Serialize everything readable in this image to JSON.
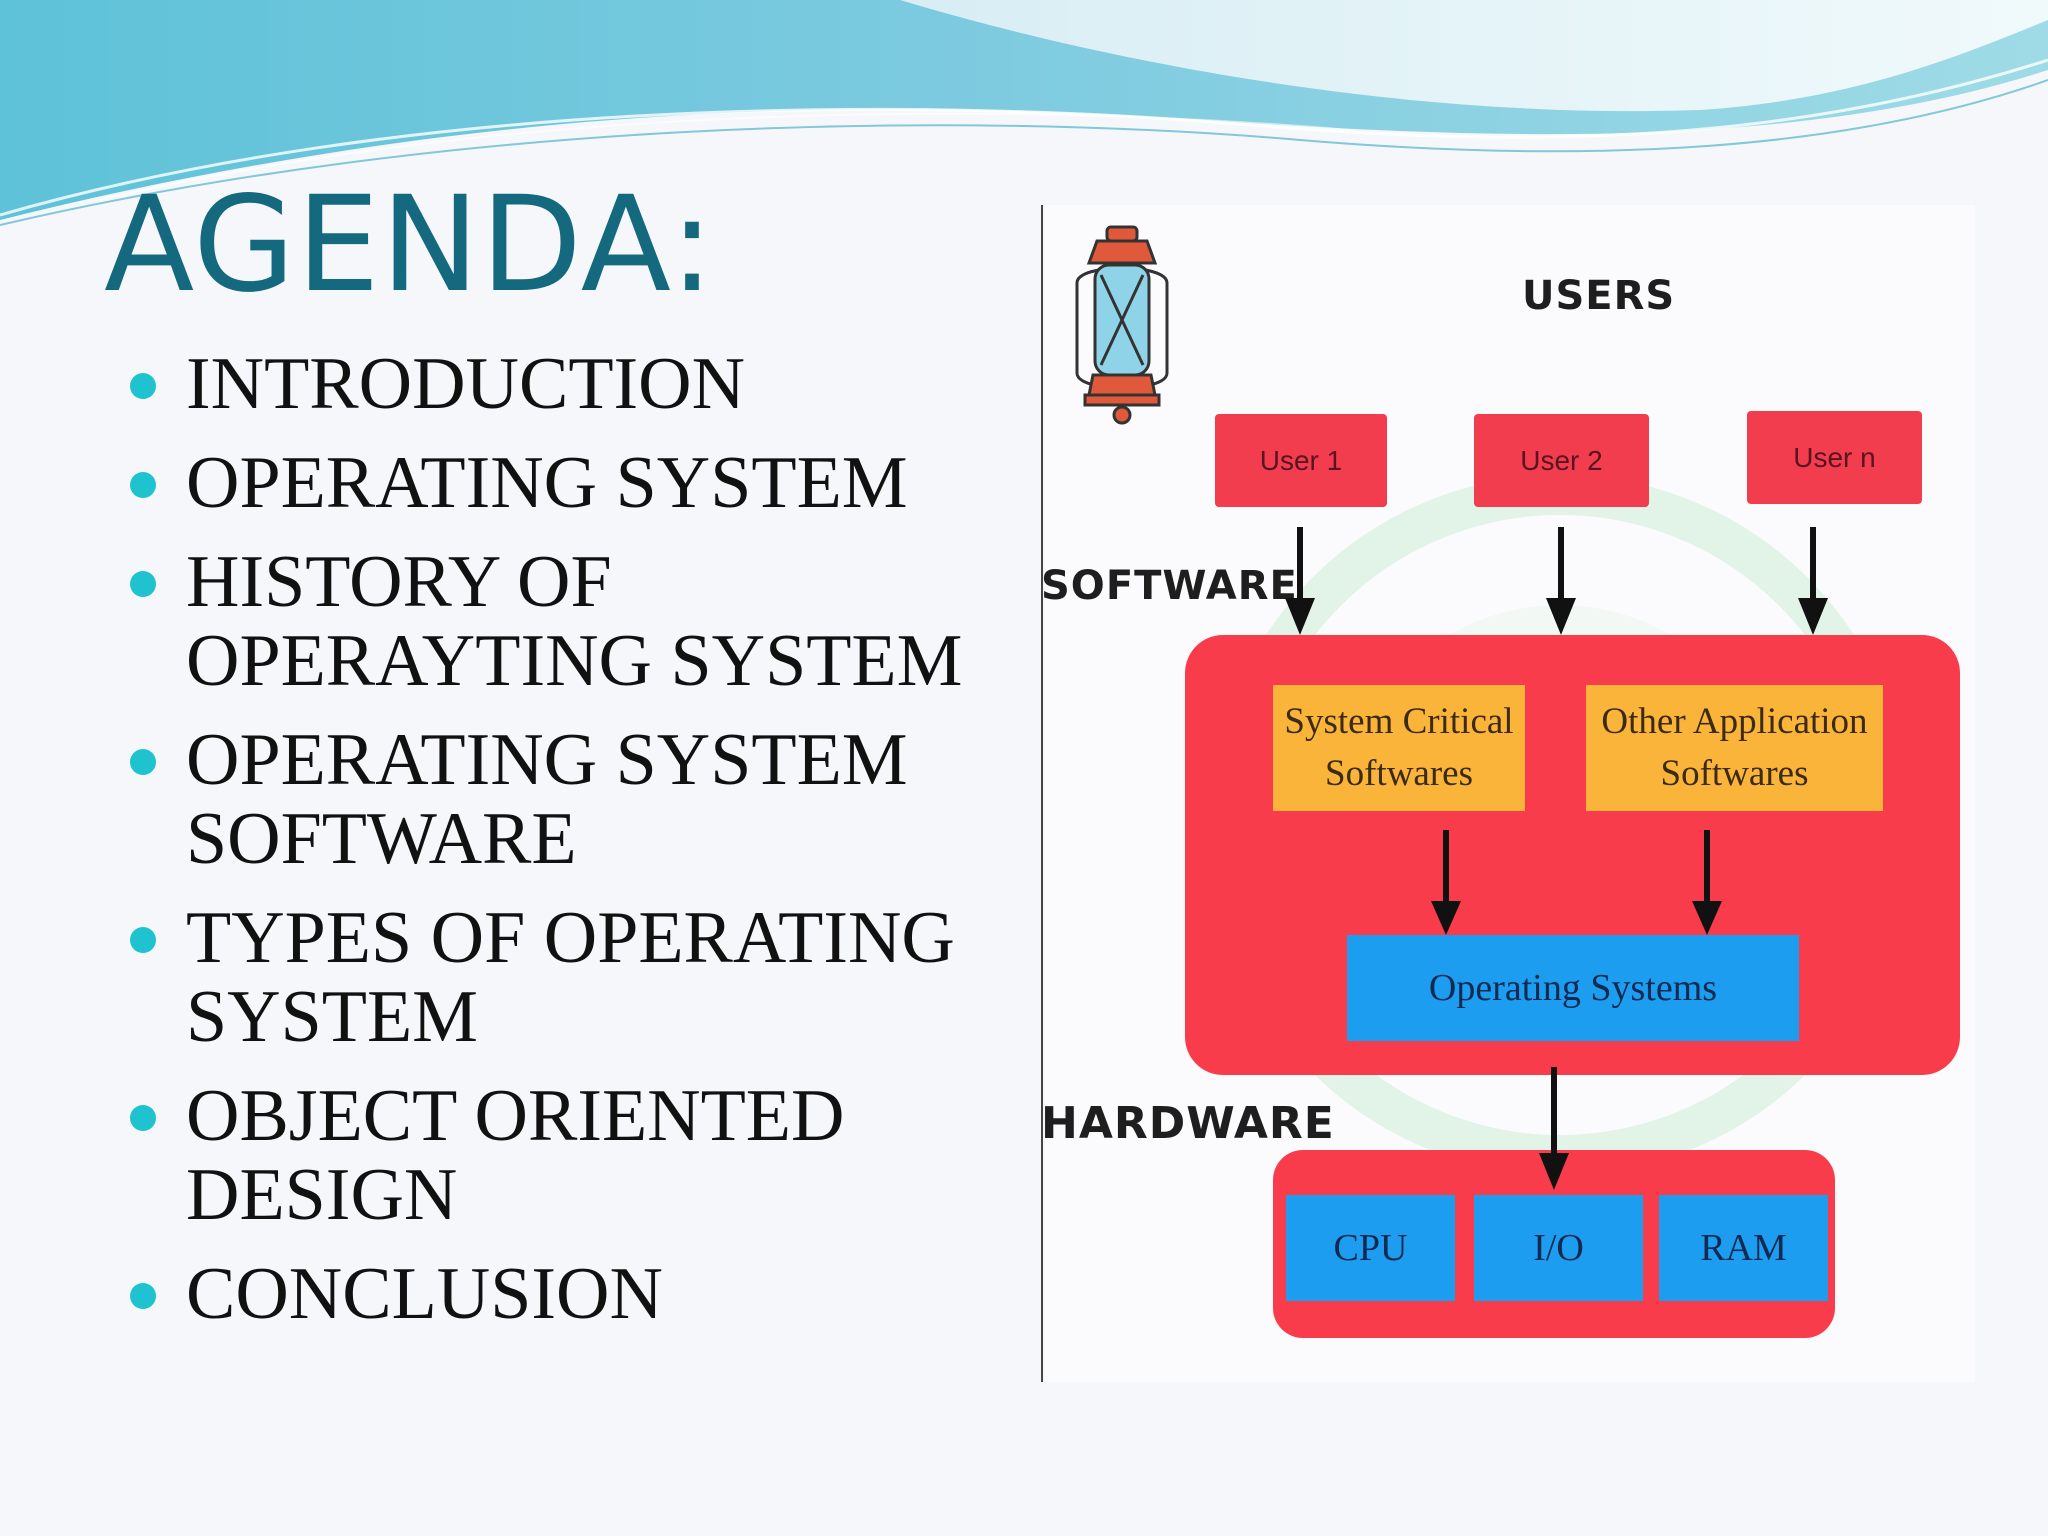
{
  "slide": {
    "title": "AGENDA:",
    "agenda_items": [
      "INTRODUCTION",
      "OPERATING SYSTEM",
      "HISTORY OF OPERAYTING SYSTEM",
      "OPERATING SYSTEM SOFTWARE",
      "TYPES OF OPERATING SYSTEM",
      "OBJECT ORIENTED DESIGN",
      "CONCLUSION"
    ],
    "colors": {
      "title": "#14697e",
      "bullet": "#1ec3cf",
      "panel_red": "#f93c4b",
      "yellow": "#fab43a",
      "blue": "#1c9df0"
    }
  },
  "diagram": {
    "users_label": "USERS",
    "software_label": "SOFTWARE",
    "hardware_label": "HARDWARE",
    "users": [
      "User 1",
      "User 2",
      "User n"
    ],
    "software": {
      "system_critical": "System Critical Softwares",
      "other_applications": "Other Application Softwares",
      "operating_systems": "Operating Systems"
    },
    "hardware": [
      "CPU",
      "I/O",
      "RAM"
    ],
    "icon": "lantern-icon"
  }
}
